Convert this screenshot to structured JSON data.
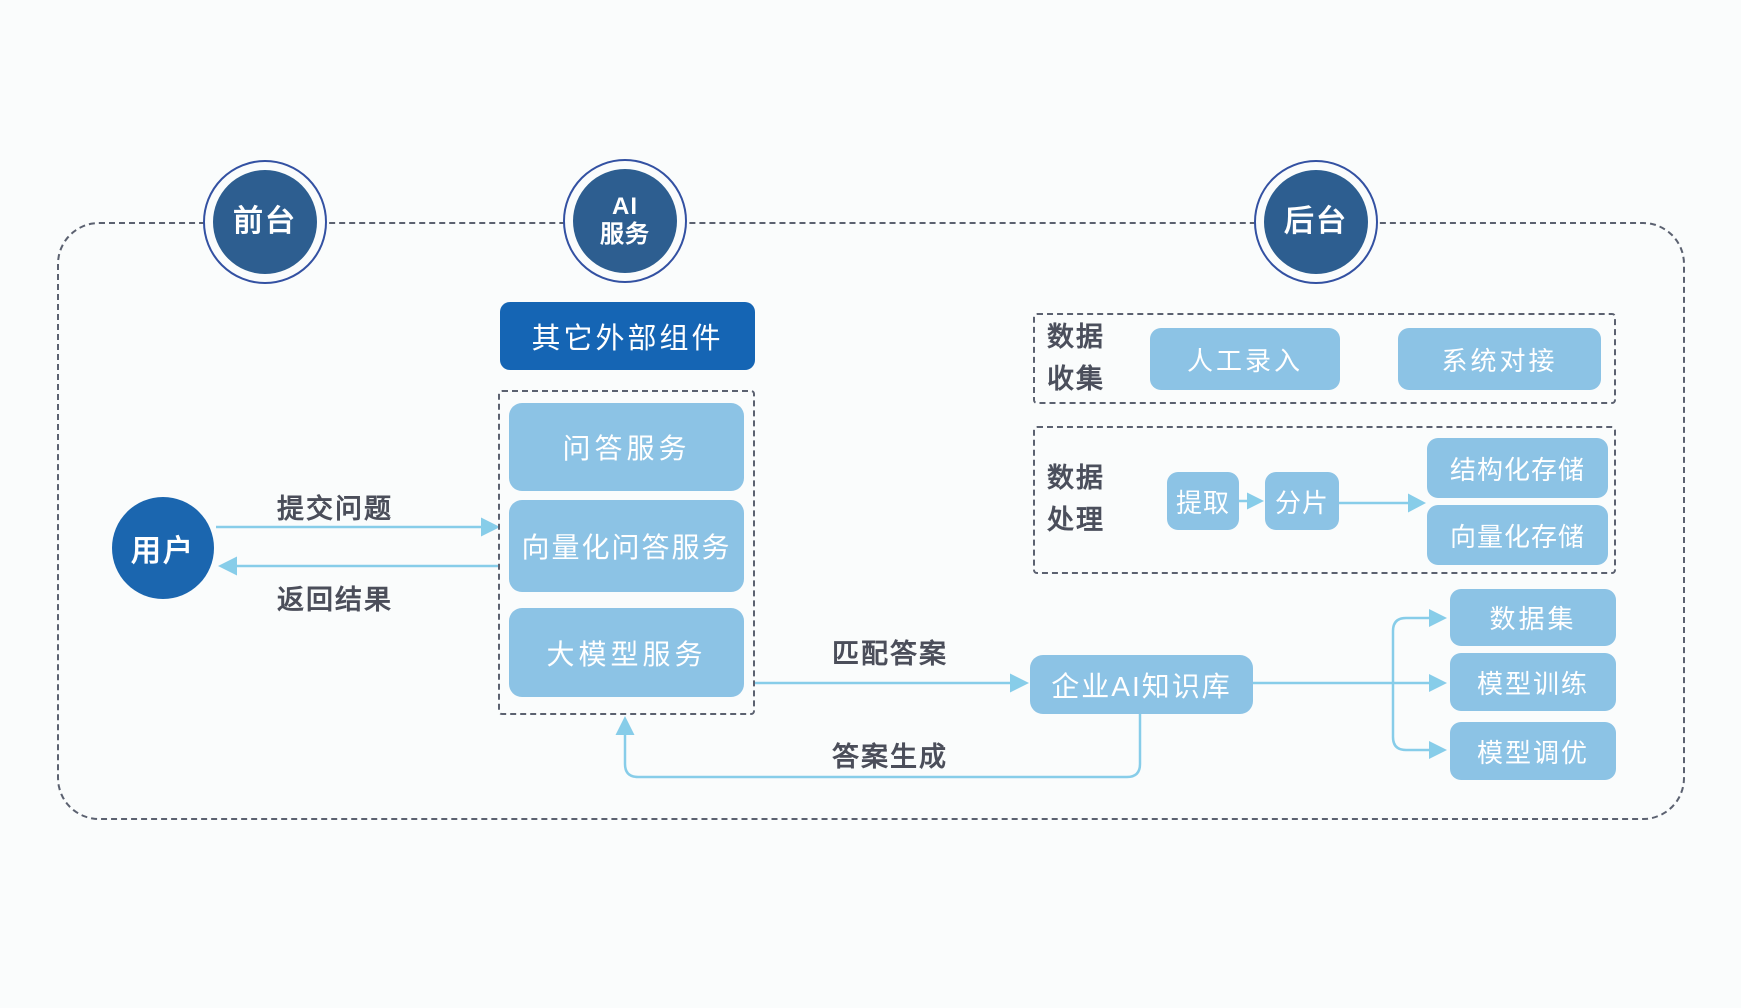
{
  "colors": {
    "background": "#fafcfc",
    "lane_circle_fill": "#2d5e90",
    "lane_ring": "#3351a2",
    "user_circle_fill": "#1b66af",
    "dark_box_fill": "#1565b4",
    "light_box_fill": "#8cc3e5",
    "arrow": "#87cde9",
    "dashed_border": "#5b6170",
    "label_text": "#4b4e5a"
  },
  "lanes": [
    {
      "name": "frontend",
      "label": "前台"
    },
    {
      "name": "ai-service",
      "label": "AI\n服务"
    },
    {
      "name": "backend",
      "label": "后台"
    }
  ],
  "user": {
    "label": "用户"
  },
  "external": {
    "label": "其它外部组件"
  },
  "ai_stack": {
    "items": [
      {
        "label": "问答服务"
      },
      {
        "label": "向量化问答服务"
      },
      {
        "label": "大模型服务"
      }
    ]
  },
  "flows": {
    "submit": "提交问题",
    "return": "返回结果",
    "match": "匹配答案",
    "generate": "答案生成"
  },
  "data_collection": {
    "title": "数据收集",
    "items": [
      "人工录入",
      "系统对接"
    ]
  },
  "data_processing": {
    "title": "数据处理",
    "extract": "提取",
    "shard": "分片",
    "structured": "结构化存储",
    "vectorized": "向量化存储"
  },
  "knowledge_base": {
    "label": "企业AI知识库"
  },
  "training": {
    "items": [
      "数据集",
      "模型训练",
      "模型调优"
    ]
  }
}
